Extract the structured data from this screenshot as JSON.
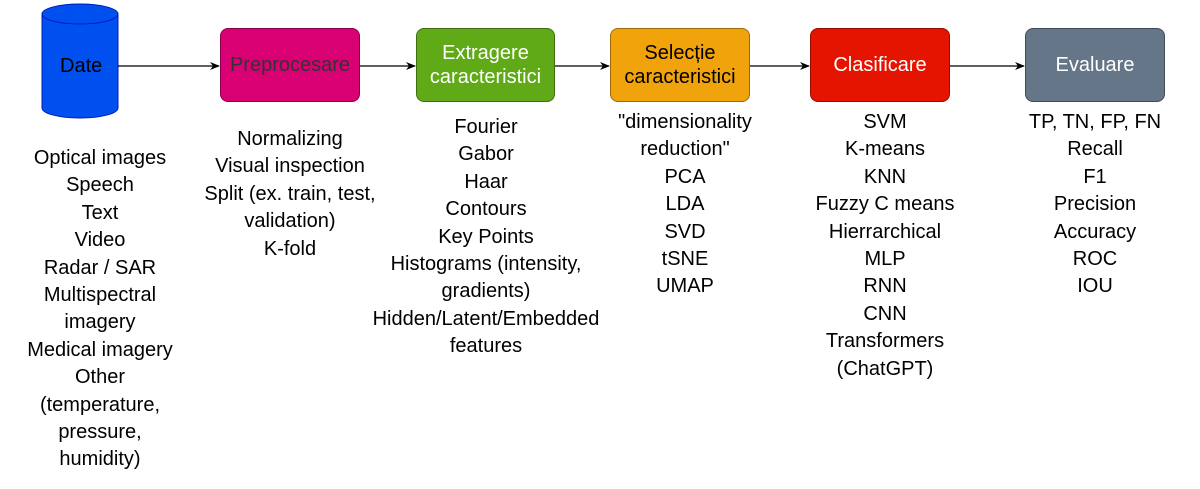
{
  "nodes": [
    {
      "id": "date",
      "label": "Date",
      "shape": "cylinder",
      "color": "#0050EF",
      "text_color": "#000000"
    },
    {
      "id": "preprocesare",
      "label": "Preprocesare",
      "shape": "rounded-rect",
      "color": "#D80073",
      "text_color": "#333333"
    },
    {
      "id": "extragere",
      "label": "Extragere\ncaracteristici",
      "shape": "rounded-rect",
      "color": "#60A917",
      "text_color": "#FFFFFF"
    },
    {
      "id": "selectie",
      "label": "Selecție\ncaracteristici",
      "shape": "rounded-rect",
      "color": "#F0A30A",
      "text_color": "#000000"
    },
    {
      "id": "clasificare",
      "label": "Clasificare",
      "shape": "rounded-rect",
      "color": "#E51400",
      "text_color": "#FFFFFF"
    },
    {
      "id": "evaluare",
      "label": "Evaluare",
      "shape": "rounded-rect",
      "color": "#647687",
      "text_color": "#FFFFFF"
    }
  ],
  "edges": [
    {
      "from": "date",
      "to": "preprocesare"
    },
    {
      "from": "preprocesare",
      "to": "extragere"
    },
    {
      "from": "extragere",
      "to": "selectie"
    },
    {
      "from": "selectie",
      "to": "clasificare"
    },
    {
      "from": "clasificare",
      "to": "evaluare"
    }
  ],
  "details": {
    "date": [
      "Optical images",
      "Speech",
      "Text",
      "Video",
      "Radar / SAR",
      "Multispectral",
      "imagery",
      "Medical imagery",
      "Other",
      "(temperature,",
      "pressure,",
      "humidity)"
    ],
    "preprocesare": [
      "Normalizing",
      "Visual inspection",
      "Split (ex. train, test,",
      "validation)",
      "K-fold"
    ],
    "extragere": [
      "Fourier",
      "Gabor",
      "Haar",
      "Contours",
      "Key Points",
      "Histograms (intensity,",
      "gradients)",
      "Hidden/Latent/Embedded",
      "features"
    ],
    "selectie": [
      "\"dimensionality",
      "reduction\"",
      "PCA",
      "LDA",
      "SVD",
      "tSNE",
      "UMAP"
    ],
    "clasificare": [
      "SVM",
      "K-means",
      "KNN",
      "Fuzzy C means",
      "Hierrarchical",
      "MLP",
      "RNN",
      "CNN",
      "Transformers",
      "(ChatGPT)"
    ],
    "evaluare": [
      "TP, TN, FP, FN",
      "Recall",
      "F1",
      "Precision",
      "Accuracy",
      "ROC",
      "IOU"
    ]
  }
}
